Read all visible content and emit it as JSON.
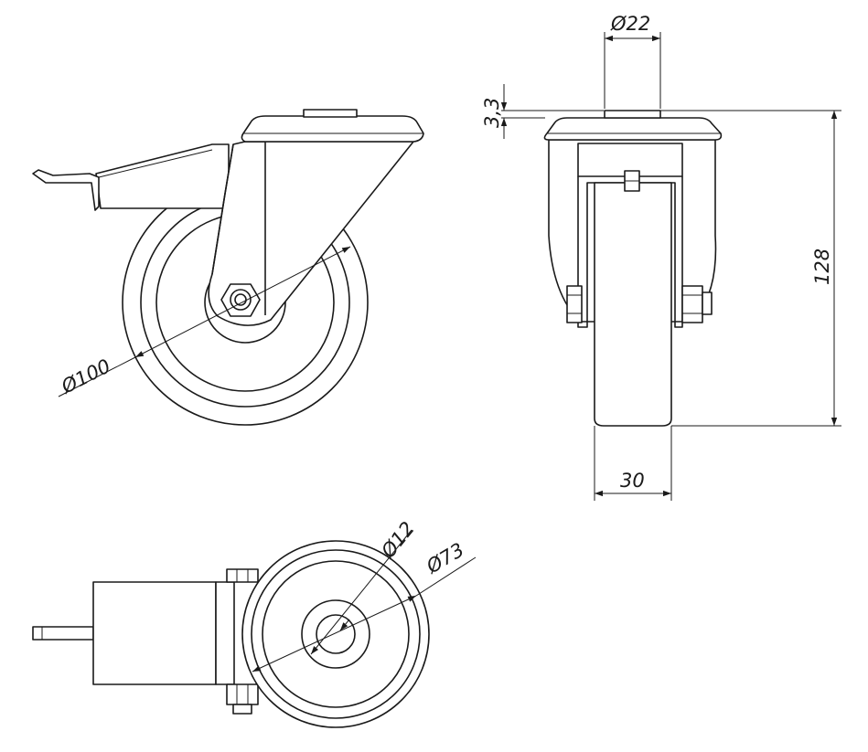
{
  "dimensions": {
    "top_diameter": "Ø22",
    "plate_thickness": "3,3",
    "overall_height": "128",
    "wheel_width": "30",
    "wheel_diameter": "Ø100",
    "axle_diameter": "Ø12",
    "hub_diameter": "Ø73"
  }
}
